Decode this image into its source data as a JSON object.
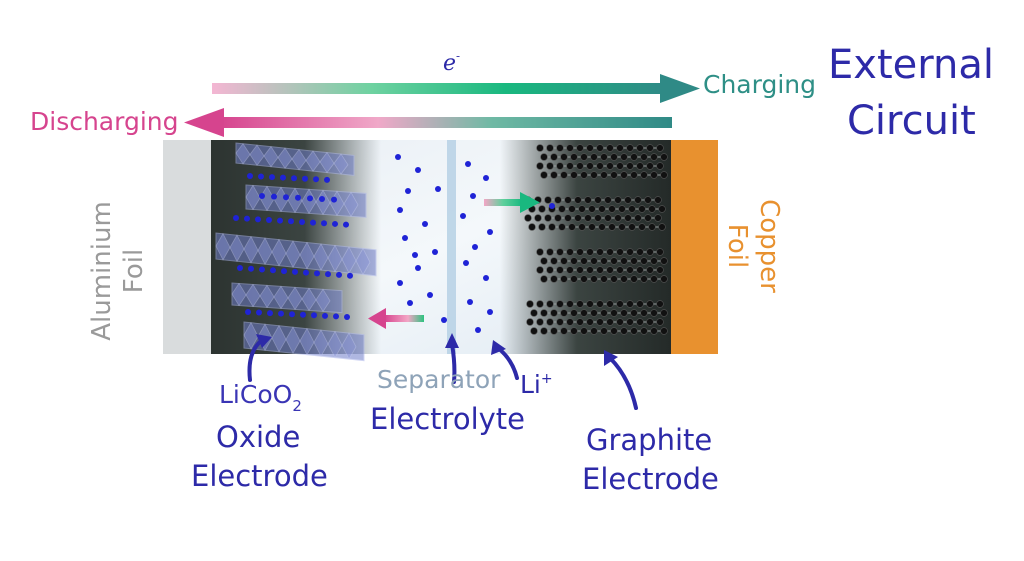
{
  "external_circuit": {
    "title_line1": "External",
    "title_line2": "Circuit",
    "electron_label": "e",
    "electron_sup": "-",
    "charging_label": "Charging",
    "discharging_label": "Discharging"
  },
  "foils": {
    "aluminium_line1": "Aluminium",
    "aluminium_line2": "Foil",
    "copper_line1": "Copper",
    "copper_line2": "Foil"
  },
  "labels": {
    "licoo2_main": "LiCoO",
    "licoo2_sub": "2",
    "oxide_line1": "Oxide",
    "oxide_line2": "Electrode",
    "separator": "Separator",
    "li_ion": "Li",
    "li_sup": "+",
    "electrolyte": "Electrolyte",
    "graphite_line1": "Graphite",
    "graphite_line2": "Electrode"
  },
  "colors": {
    "title": "#2d2aa8",
    "charging": "#2e8f86",
    "discharging": "#d6448e",
    "aluminium": "#9a9a9a",
    "copper": "#e8912f",
    "ions": "#1f23d6",
    "separator": "#8ea3b8"
  }
}
